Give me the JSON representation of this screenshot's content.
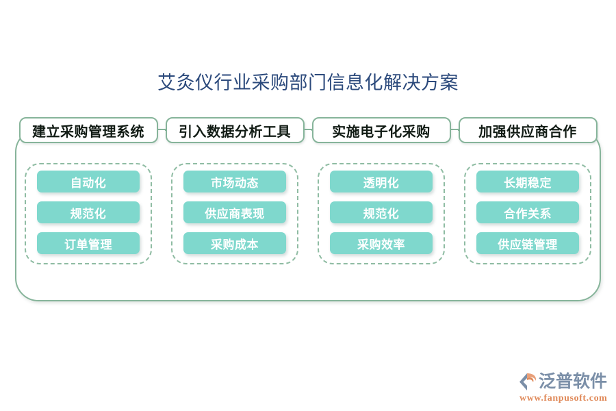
{
  "title": "艾灸仪行业采购部门信息化解决方案",
  "colors": {
    "title_text": "#2c4a7c",
    "frame_border": "#86b49a",
    "group_border": "#8fbca3",
    "pill_fill": "#7fd8cd",
    "pill_text": "#ffffff",
    "header_text": "#111b14",
    "background": "#ffffff",
    "logo_word": "#7b8fa8",
    "logo_url": "#e08a5a"
  },
  "columns": [
    {
      "header": "建立采购管理系统",
      "items": [
        "自动化",
        "规范化",
        "订单管理"
      ]
    },
    {
      "header": "引入数据分析工具",
      "items": [
        "市场动态",
        "供应商表现",
        "采购成本"
      ]
    },
    {
      "header": "实施电子化采购",
      "items": [
        "透明化",
        "规范化",
        "采购效率"
      ]
    },
    {
      "header": "加强供应商合作",
      "items": [
        "长期稳定",
        "合作关系",
        "供应链管理"
      ]
    }
  ],
  "logo": {
    "wordmark": "泛普软件",
    "url": "www.fanpusoft.com",
    "mark_icon": "fanpu-arrow-swoosh-icon"
  }
}
